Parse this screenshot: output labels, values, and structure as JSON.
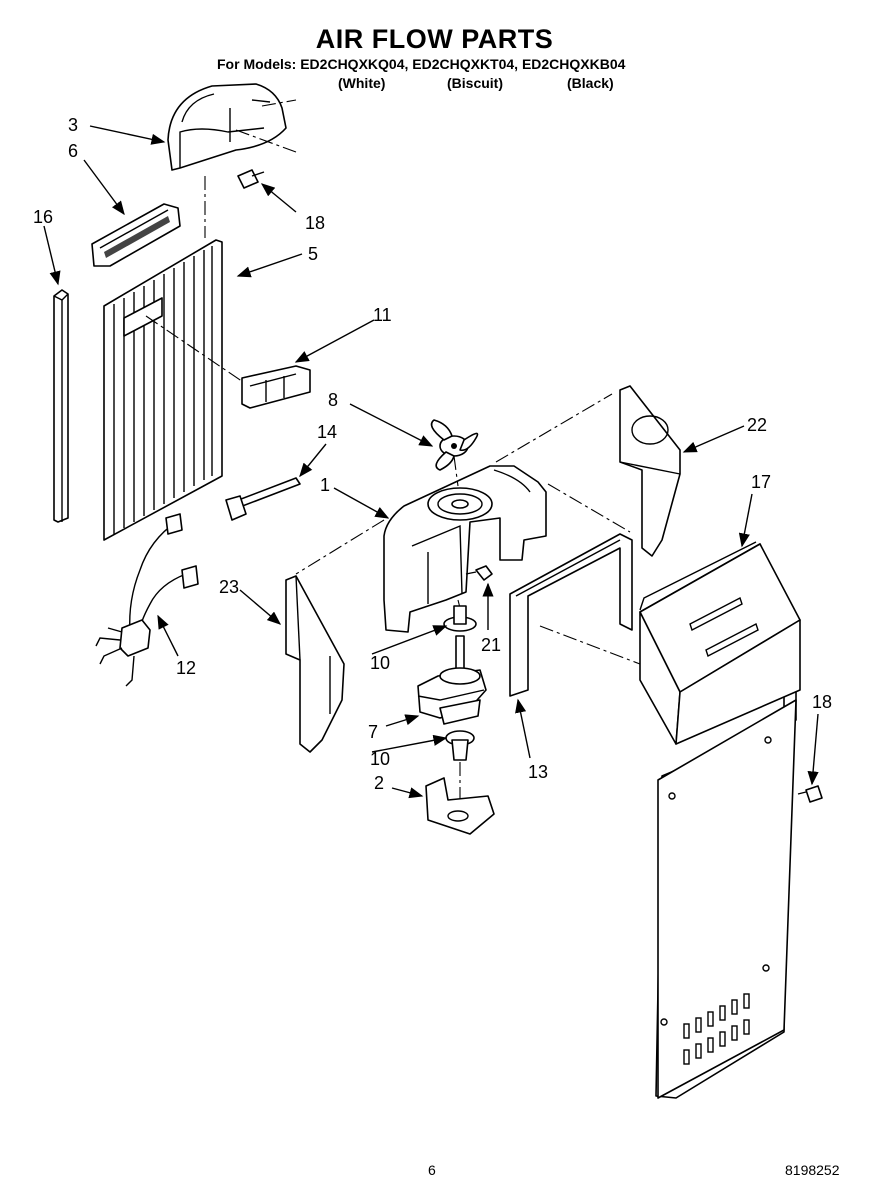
{
  "header": {
    "title": "AIR FLOW PARTS",
    "models_line": "For Models: ED2CHQXKQ04, ED2CHQXKT04, ED2CHQXKB04",
    "colors": [
      "(White)",
      "(Biscuit)",
      "(Black)"
    ]
  },
  "callouts": [
    "3",
    "6",
    "16",
    "18",
    "5",
    "11",
    "8",
    "14",
    "22",
    "1",
    "17",
    "23",
    "21",
    "10",
    "12",
    "7",
    "10",
    "18",
    "2",
    "13"
  ],
  "footer": {
    "page_number": "6",
    "doc_number": "8198252"
  }
}
